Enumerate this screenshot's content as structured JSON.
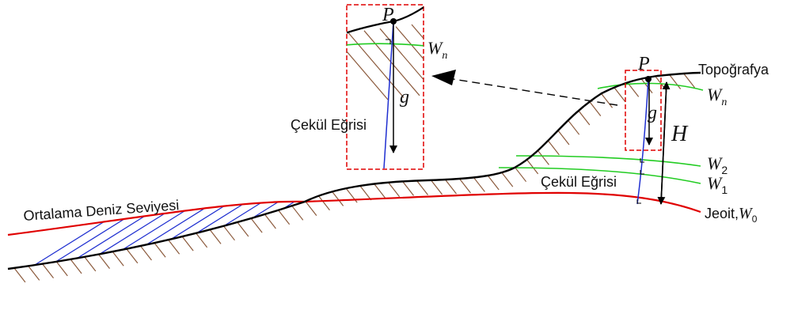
{
  "labels": {
    "topography": "Topoğrafya",
    "msl": "Ortalama Deniz Seviyesi",
    "plumb_main": "Çekül Eğrisi",
    "plumb_inset": "Çekül Eğrisi",
    "geoid": "Jeoit,",
    "geoid_sym": "W",
    "geoid_sub": "0",
    "point": "P",
    "point_inset": "P",
    "wn": "W",
    "wn_sub": "n",
    "wn_inset": "W",
    "wn_inset_sub": "n",
    "w2": "W",
    "w2_sub": "2",
    "w1": "W",
    "w1_sub": "1",
    "gravity": "g",
    "gravity_inset": "g",
    "height": "H"
  },
  "colors": {
    "terrain": "#000000",
    "geoid": "#e00000",
    "equipotential": "#22cc22",
    "plumb_line": "#1f2fd0",
    "hatch_ocean": "#1f2fd0",
    "hatch_ground": "#8b5a3c",
    "detail_box": "#e00000"
  }
}
